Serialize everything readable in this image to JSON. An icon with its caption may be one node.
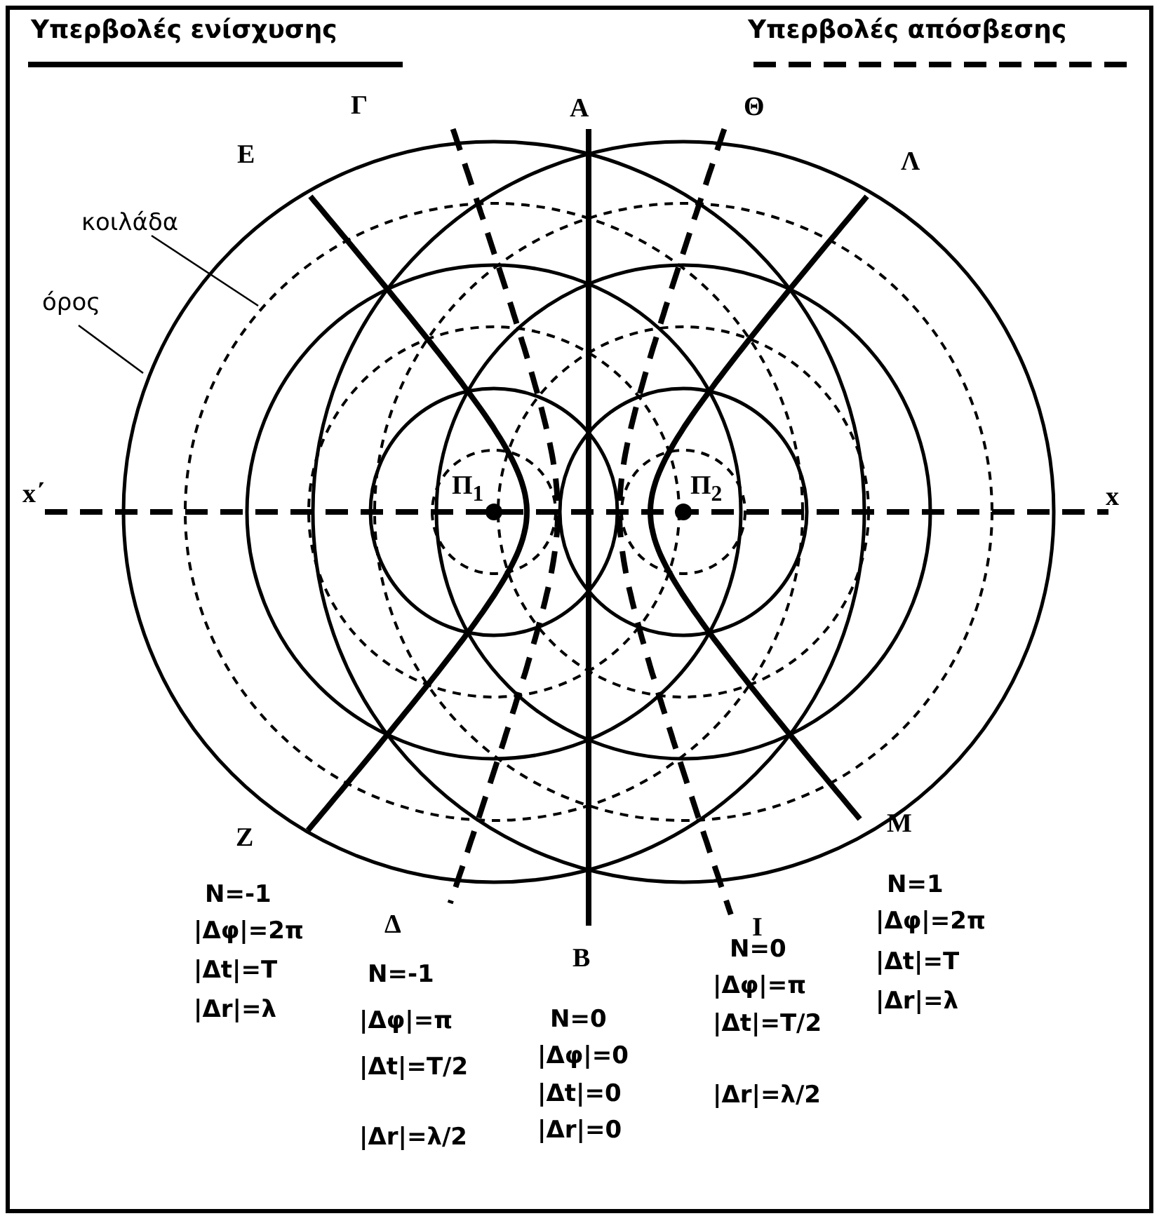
{
  "diagram": {
    "nodes": [
      {
        "text": [
          "κοιλάδα"
        ]
      },
      {
        "text": [
          "όρος"
        ]
      }
    ],
    "edges": [
      {
        "from": 0,
        "to": null,
        "arrow": "none"
      },
      {
        "from": 1,
        "to": null,
        "arrow": "none"
      }
    ],
    "labels": [
      "Γ",
      "Α",
      "Θ",
      "Ε",
      "Λ",
      "x΄",
      "Π$_{1}$",
      "Π$_{2}$",
      "x",
      "Z",
      "N=-1",
      "|Δφ|=2π",
      "|Δt|=T",
      "|Δr|=λ",
      "Δ",
      "N=-1",
      "|Δφ|=π",
      "|Δt|=T/2",
      "|Δr|=λ/2",
      "B",
      "N=0",
      "|Δφ|=0",
      "|Δt|=0",
      "|Δr|=0",
      "I",
      "N=0",
      "|Δφ|=π",
      "|Δt|=T/2",
      "|Δr|=λ/2",
      "M",
      "N=1",
      "|Δφ|=2π",
      "|Δt|=T",
      "|Δr|=λ"
    ],
    "legend": [
      {
        "text": "Υπερβολές ενίσχυσης"
      },
      {
        "text": "Υπερβολές απόσβεσης"
      }
    ]
  }
}
